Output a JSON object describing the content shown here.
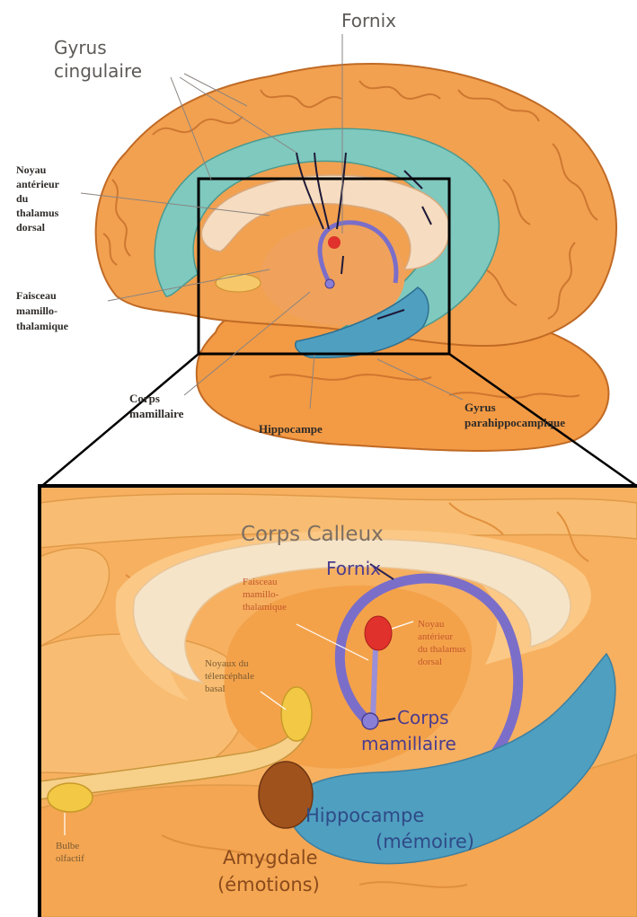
{
  "top": {
    "fornix": "Fornix",
    "gyrus_cingulaire": [
      "Gyrus",
      "cingulaire"
    ],
    "noyau": [
      "Noyau",
      "antérieur",
      "du",
      "thalamus",
      "dorsal"
    ],
    "faisceau": [
      "Faisceau",
      "mamillo-",
      "thalamique"
    ],
    "corps_mamillaire": [
      "Corps",
      "mamillaire"
    ],
    "hippocampe": "Hippocampe",
    "gyrus_parahippo": [
      "Gyrus",
      "parahippocampique"
    ]
  },
  "bottom": {
    "corps_calleux": "Corps Calleux",
    "fornix": "Fornix",
    "faisceau": [
      "Faisceau",
      "mamillo-",
      "thalamique"
    ],
    "noyau": [
      "Noyau",
      "antérieur",
      "du thalamus",
      "dorsal"
    ],
    "noyaux_tele": [
      "Noyaux du",
      "télencéphale",
      "basal"
    ],
    "corps_mamillaire": [
      "Corps",
      "mamillaire"
    ],
    "hippocampe": [
      "Hippocampe",
      "(mémoire)"
    ],
    "amygdale": [
      "Amygdale",
      "(émotions)"
    ],
    "bulbe": [
      "Bulbe",
      "olfactif"
    ]
  },
  "colors": {
    "cortex": "#f2a150",
    "cortex_dark": "#c8702c",
    "cingulate": "#7fc9bf",
    "callosum": "#f6dcc0",
    "fornix": "#7b6ec9",
    "hippocampus": "#4f9fc1",
    "nucleus": "#e0312c",
    "amygdala": "#a0521d",
    "bulb": "#f2c845"
  }
}
